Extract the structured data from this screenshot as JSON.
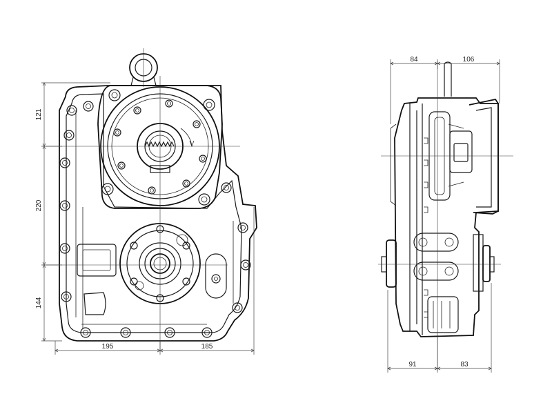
{
  "front_view": {
    "dims_vertical": [
      "121",
      "220",
      "144"
    ],
    "dims_horizontal": [
      "195",
      "185"
    ]
  },
  "side_view": {
    "dims_top": [
      "84",
      "106"
    ],
    "dims_bottom": [
      "91",
      "83"
    ]
  }
}
